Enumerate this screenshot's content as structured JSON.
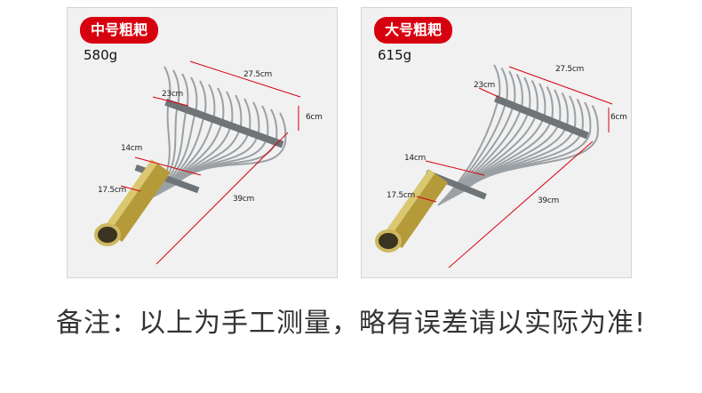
{
  "products": [
    {
      "title": "中号粗耙",
      "weight": "580g",
      "measurements": [
        "27.5cm",
        "23cm",
        "6cm",
        "14cm",
        "17.5cm",
        "39cm"
      ]
    },
    {
      "title": "大号粗耙",
      "weight": "615g",
      "measurements": [
        "27.5cm",
        "23cm",
        "6cm",
        "14cm",
        "17.5cm",
        "39cm"
      ]
    }
  ],
  "note": "备注：以上为手工测量，略有误差请以实际为准!",
  "colors": {
    "badge": "#d6000f",
    "measure_line": "#d6000f",
    "panel_bg": "#f1f1f1"
  }
}
